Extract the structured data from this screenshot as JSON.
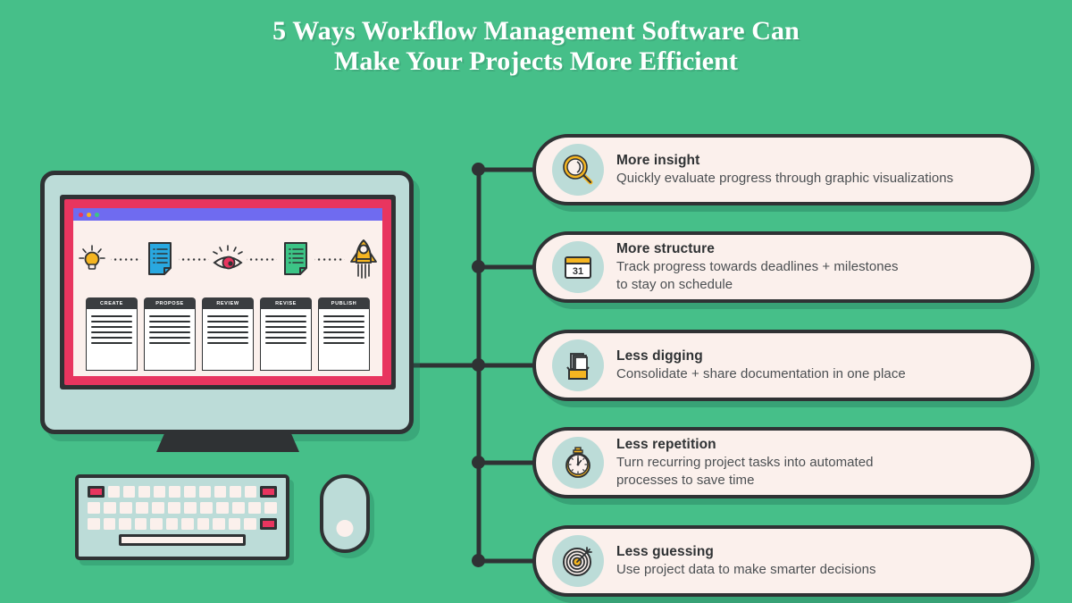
{
  "title": {
    "line1": "5 Ways Workflow Management Software Can",
    "line2": "Make Your Projects More Efficient",
    "color": "#ffffff"
  },
  "theme": {
    "background": "#46bf89",
    "card_background": "#fbf0ec",
    "outline": "#2f3234",
    "icon_circle": "#bcdcd8",
    "accent_yellow": "#f5b521",
    "accent_pink": "#e8355f",
    "accent_blue": "#29a8e0",
    "accent_green": "#3cc486",
    "accent_purple": "#6f6bf0"
  },
  "cards": [
    {
      "icon": "magnifying-glass-icon",
      "title": "More insight",
      "desc": "Quickly evaluate progress through graphic visualizations"
    },
    {
      "icon": "calendar-icon",
      "icon_value": "31",
      "title": "More structure",
      "desc": "Track progress towards deadlines + milestones\nto stay on schedule"
    },
    {
      "icon": "file-box-icon",
      "title": "Less digging",
      "desc": "Consolidate + share documentation in one place"
    },
    {
      "icon": "stopwatch-icon",
      "title": "Less repetition",
      "desc": "Turn recurring project tasks into automated\nprocesses to save time"
    },
    {
      "icon": "target-icon",
      "title": "Less guessing",
      "desc": "Use project data to make smarter decisions"
    }
  ],
  "computer": {
    "screen": {
      "window_dots": [
        "#e8355f",
        "#f5b521",
        "#3cc486"
      ],
      "flow_icons": [
        "lightbulb-icon",
        "blue-document-icon",
        "eye-icon",
        "green-document-icon",
        "rocket-icon"
      ],
      "columns": [
        {
          "header": "CREATE",
          "lines": 6
        },
        {
          "header": "PROPOSE",
          "lines": 6
        },
        {
          "header": "REVIEW",
          "lines": 6
        },
        {
          "header": "REVISE",
          "lines": 6
        },
        {
          "header": "PUBLISH",
          "lines": 6
        }
      ]
    },
    "peripherals": {
      "keyboard": "keyboard",
      "mouse": "mouse"
    }
  }
}
